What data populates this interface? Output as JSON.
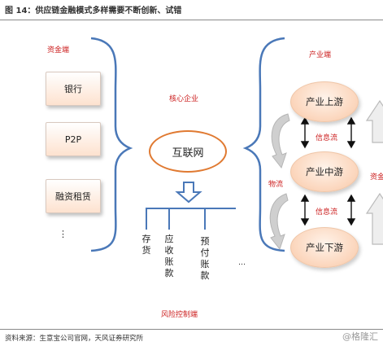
{
  "title": "图 14：供应链金融模式多样需要不断创新、试错",
  "labels": {
    "funding_side": "资金端",
    "core_enterprise": "核心企业",
    "industry_side": "产业端",
    "risk_control": "风险控制端",
    "logistics_flow": "物流",
    "info_flow_top": "信息流",
    "info_flow_bottom": "信息流",
    "funds_flow_partial": "资金"
  },
  "funding_boxes": [
    "银行",
    "P2P",
    "融资租赁"
  ],
  "funding_ellipsis": "⋮",
  "core_node": "互联网",
  "industry_nodes": [
    "产业上游",
    "产业中游",
    "产业下游"
  ],
  "branches": [
    "存货",
    "应收账款",
    "预付账款"
  ],
  "branch_ellipsis": "…",
  "source": "资料来源：生意宝公司官网，天风证券研究所",
  "watermark": "@格隆汇",
  "colors": {
    "accent": "#4a78b8",
    "core_border": "#e07a32",
    "label_red": "#cc1f1f"
  }
}
